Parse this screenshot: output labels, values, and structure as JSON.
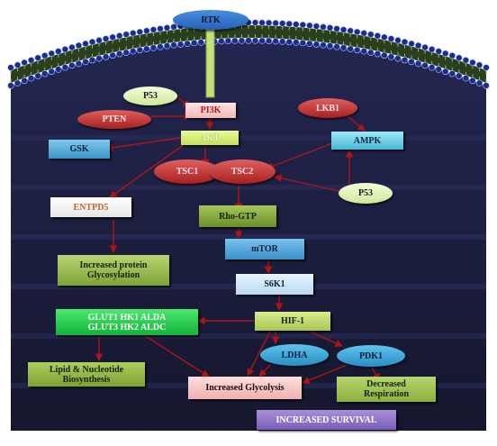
{
  "diagram": {
    "title": "",
    "colors": {
      "cytoplasm": "#1b1d3a",
      "membrane_head": "#1d2c8a",
      "membrane_line": "#8fbe4c",
      "arrow": "#b01515",
      "receptor_stalk": "#c5e07a"
    },
    "nodes": {
      "rtk": "RTK",
      "p53_top": "P53",
      "pi3k": "PI3K",
      "pten": "PTEN",
      "lkb1": "LKB1",
      "akt": "AKT",
      "ampk": "AMPK",
      "gsk": "GSK",
      "tsc1": "TSC1",
      "tsc2": "TSC2",
      "p53_bottom": "P53",
      "entpd5": "ENTPD5",
      "rho_gtp": "Rho-GTP",
      "mtor": "mTOR",
      "protein_glyco": "Increased protein\nGlycosylation",
      "s6k1": "S6K1",
      "glut": "GLUT1  HK1  ALDA\nGLUT3  HK2  ALDC",
      "hif1": "HIF-1",
      "lipid": "Lipid & Nucleotide\nBiosynthesis",
      "ldha": "LDHA",
      "pdk1": "PDK1",
      "glycolysis": "Increased Glycolysis",
      "respiration": "Decreased\nRespiration",
      "survival": "INCREASED SURVIVAL"
    }
  }
}
